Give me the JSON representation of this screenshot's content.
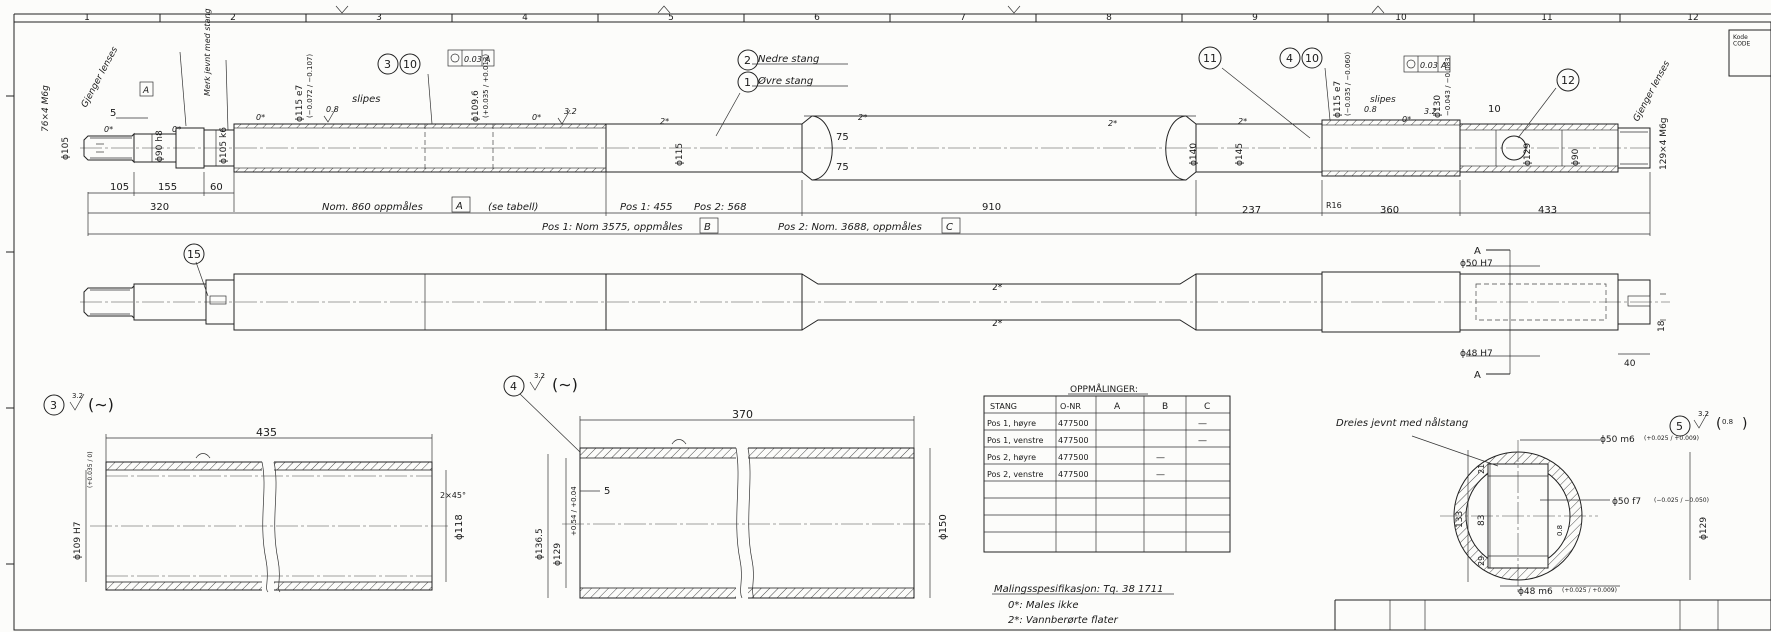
{
  "grid": {
    "columns": [
      "1",
      "2",
      "3",
      "4",
      "5",
      "6",
      "7",
      "8",
      "9",
      "10",
      "11",
      "12"
    ]
  },
  "title_block": {
    "corner_label": "Kode\nCODE"
  },
  "main_view": {
    "dims": {
      "d_left_thread": "ϕ105",
      "l_105": "105",
      "l_155": "155",
      "l_60": "60",
      "l_320": "320",
      "l_5": "5",
      "d_90h8": "ϕ90 h8",
      "d_105k6": "ϕ105 k6",
      "d_115e7": "ϕ115 e7",
      "tol_115e7": "(−0.072 / −0.107)",
      "d_109h6": "ϕ109.6",
      "tol_109h6": "(+0.035 / +0.013)",
      "d_115": "ϕ115",
      "d_140": "ϕ140",
      "d_145": "ϕ145",
      "d_129": "ϕ129",
      "d_90": "ϕ90",
      "d_right_thread": "129×4 M6g",
      "l_75_top": "75",
      "l_75_bot": "75",
      "l_910": "910",
      "l_237": "237",
      "l_360": "360",
      "l_433": "433",
      "l_10": "10",
      "r_16": "R16",
      "d_115e7_r": "ϕ115 e7",
      "tol_115e7_r": "(−0.035 / −0.060)",
      "d_130_r": "ϕ130",
      "tol_130_r": "−0.043 / −0.083"
    },
    "notes": {
      "thread_left": "76×4 M6g",
      "gjenge_left": "Gjenger lenses",
      "merk": "Merk jevnt med stang",
      "slipes_left": "slipes",
      "slipes_right": "slipes",
      "nom860": "Nom. 860 oppmåles",
      "nom860_box": "A",
      "se_tabell": "(se tabell)",
      "pos1_455": "Pos 1: 455",
      "pos2_568": "Pos 2: 568",
      "pos1_nom": "Pos 1: Nom 3575, oppmåles",
      "pos1_box": "B",
      "pos2_nom": "Pos 2: Nom. 3688, oppmåles",
      "pos2_box": "C",
      "nedre": "Nedre stang",
      "ovre": "Øvre stang",
      "gjenge_right": "Gjenger lenses",
      "datum_a": "A",
      "fc_tol": "0.03",
      "fc_ref": "A",
      "fc_tol_r": "0.03",
      "fc_ref_r": "A",
      "rough_08": "0.8",
      "rough_32": "3.2",
      "two_star": "2*",
      "zero_star": "0*"
    },
    "balloons": {
      "b2": "2",
      "b1": "1",
      "b3": "3",
      "b10a": "10",
      "b11": "11",
      "b4": "4",
      "b10b": "10",
      "b12": "12"
    }
  },
  "second_view": {
    "balloon": "15",
    "two_star_top": "2*",
    "two_star_bot": "2*",
    "section_a_top": "A",
    "section_a_bot": "A",
    "d_50h7": "ϕ50 H7",
    "d_48h7": "ϕ48 H7",
    "l_18": "18",
    "l_40": "40"
  },
  "detail_3": {
    "balloon": "3",
    "finish": "3.2",
    "waviness": "(∼)",
    "l_435": "435",
    "d_109h7": "ϕ109 H7",
    "tol_109h7": "(+0.035 / 0)",
    "chamfer": "2×45°",
    "d_118": "ϕ118"
  },
  "detail_4": {
    "balloon": "4",
    "finish": "3.2",
    "waviness": "(∼)",
    "l_370": "370",
    "l_5": "5",
    "d_1365": "ϕ136.5",
    "d_129": "ϕ129",
    "tol_129": "+0.54 / +0.04",
    "d_150": "ϕ150"
  },
  "table": {
    "title": "OPPMÅLINGER:",
    "headers": [
      "STANG",
      "O-NR",
      "A",
      "B",
      "C"
    ],
    "rows": [
      [
        "Pos 1, høyre",
        "477500",
        "",
        "",
        "—"
      ],
      [
        "Pos 1, venstre",
        "477500",
        "",
        "",
        "—"
      ],
      [
        "Pos 2, høyre",
        "477500",
        "",
        "—",
        ""
      ],
      [
        "Pos 2, venstre",
        "477500",
        "",
        "—",
        ""
      ],
      [
        "",
        "",
        "",
        "",
        ""
      ],
      [
        "",
        "",
        "",
        "",
        ""
      ],
      [
        "",
        "",
        "",
        "",
        ""
      ],
      [
        "",
        "",
        "",
        "",
        ""
      ]
    ]
  },
  "spec_notes": {
    "title": "Malingsspesifikasjon: Tq. 38 1711",
    "line1": "0*: Males ikke",
    "line2": "2*: Vannberørte flater"
  },
  "detail_5": {
    "balloon": "5",
    "finish": "3.2",
    "finish2": "0.8",
    "note": "Dreies jevnt med nålstang",
    "d_50m6": "ϕ50 m6",
    "tol_50m6": "(+0.025 / +0.009)",
    "d_50f7": "ϕ50 f7",
    "tol_50f7": "(−0.025 / −0.050)",
    "d_48m6": "ϕ48 m6",
    "tol_48m6": "(+0.025 / +0.009)",
    "d_129": "ϕ129",
    "l_133": "133",
    "l_83": "83",
    "l_21": "21",
    "l_29": "29",
    "l_08": "0.8"
  }
}
